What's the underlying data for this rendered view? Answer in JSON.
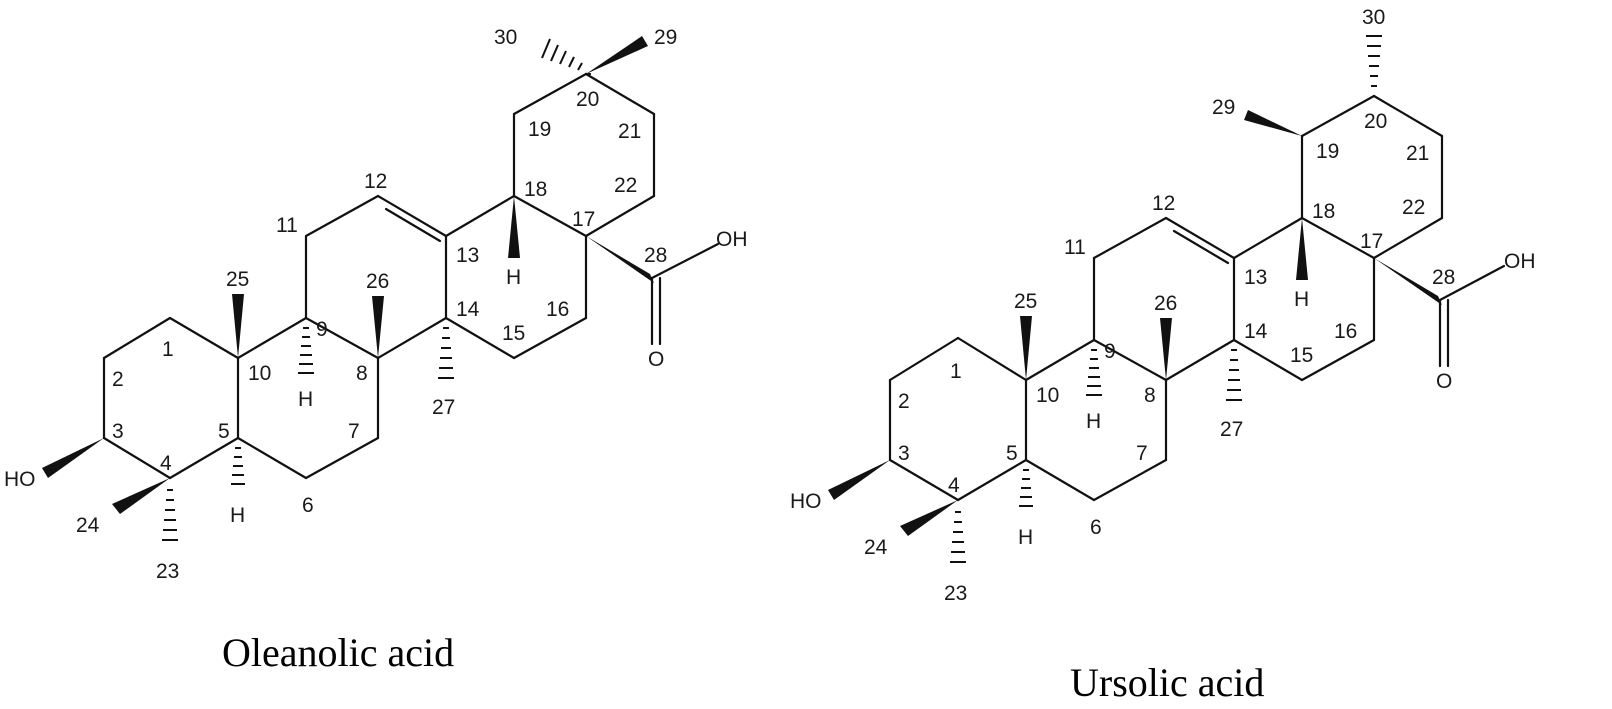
{
  "molecules": [
    {
      "id": "oleanolic",
      "name": "Oleanolic acid",
      "atoms": {
        "c1": "1",
        "c2": "2",
        "c3": "3",
        "c4": "4",
        "c5": "5",
        "c6": "6",
        "c7": "7",
        "c8": "8",
        "c9": "9",
        "c10": "10",
        "c11": "11",
        "c12": "12",
        "c13": "13",
        "c14": "14",
        "c15": "15",
        "c16": "16",
        "c17": "17",
        "c18": "18",
        "c19": "19",
        "c20": "20",
        "c21": "21",
        "c22": "22",
        "c23": "23",
        "c24": "24",
        "c25": "25",
        "c26": "26",
        "c27": "27",
        "c28": "28",
        "c29": "29",
        "c30": "30"
      },
      "groups": {
        "hydroxyl": "HO",
        "acid_oh": "OH",
        "carbonyl_o": "O",
        "h5": "H",
        "h9": "H",
        "h18": "H"
      }
    },
    {
      "id": "ursolic",
      "name": "Ursolic acid",
      "atoms": {
        "c1": "1",
        "c2": "2",
        "c3": "3",
        "c4": "4",
        "c5": "5",
        "c6": "6",
        "c7": "7",
        "c8": "8",
        "c9": "9",
        "c10": "10",
        "c11": "11",
        "c12": "12",
        "c13": "13",
        "c14": "14",
        "c15": "15",
        "c16": "16",
        "c17": "17",
        "c18": "18",
        "c19": "19",
        "c20": "20",
        "c21": "21",
        "c22": "22",
        "c23": "23",
        "c24": "24",
        "c25": "25",
        "c26": "26",
        "c27": "27",
        "c28": "28",
        "c29": "29",
        "c30": "30"
      },
      "groups": {
        "hydroxyl": "HO",
        "acid_oh": "OH",
        "carbonyl_o": "O",
        "h5": "H",
        "h9": "H",
        "h18": "H"
      }
    }
  ]
}
